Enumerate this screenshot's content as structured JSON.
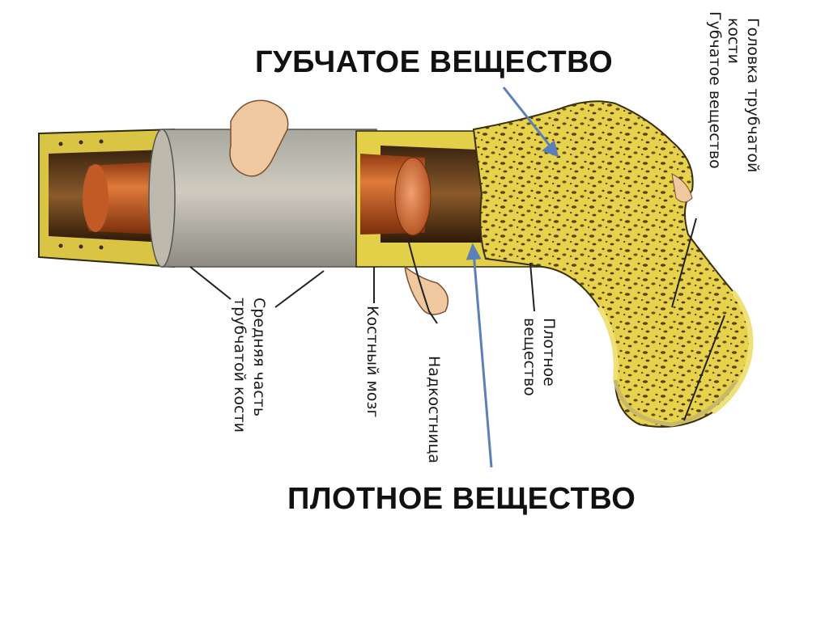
{
  "labels": {
    "spongy_top": "ГУБЧАТОЕ ВЕЩЕСТВО",
    "compact_bottom": "ПЛОТНОЕ ВЕЩЕСТВО"
  },
  "annotations": {
    "middle_part": [
      "Средняя часть",
      "трубчатой кости"
    ],
    "bone_marrow": "Костный мозг",
    "periosteum": "Надкостница",
    "compact_substance": [
      "Плотное",
      "вещество"
    ],
    "spongy_substance": [
      "Губчатое вещество"
    ],
    "head": [
      "Головка трубчатой",
      "кости"
    ]
  },
  "colors": {
    "bone_yellow": "#e6d24a",
    "spongy_dark": "#5a4010",
    "marrow": "#c8642a",
    "periosteum_gray": "#b7b2a6",
    "arrow_blue": "#5b7fb8"
  }
}
